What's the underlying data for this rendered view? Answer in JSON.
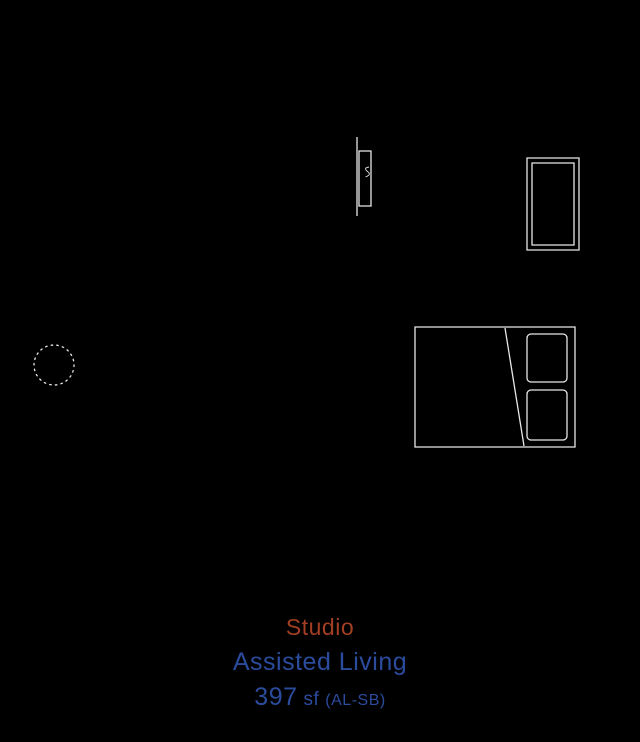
{
  "canvas": {
    "background": "#000000",
    "line_color": "#E8E8E8"
  },
  "floor_plan": {
    "symbols": [
      {
        "name": "wall-fixture-symbol"
      },
      {
        "name": "wardrobe-symbol"
      },
      {
        "name": "bed-symbol"
      },
      {
        "name": "dashed-circle-table-symbol"
      }
    ]
  },
  "labels": {
    "room_type": {
      "text": "Studio",
      "color": "#A23E22"
    },
    "program": {
      "text": "Assisted Living",
      "color": "#2B4B9C"
    },
    "area": {
      "value": "397",
      "unit": "sf",
      "code": "(AL-SB)",
      "color": "#2B4B9C"
    }
  }
}
